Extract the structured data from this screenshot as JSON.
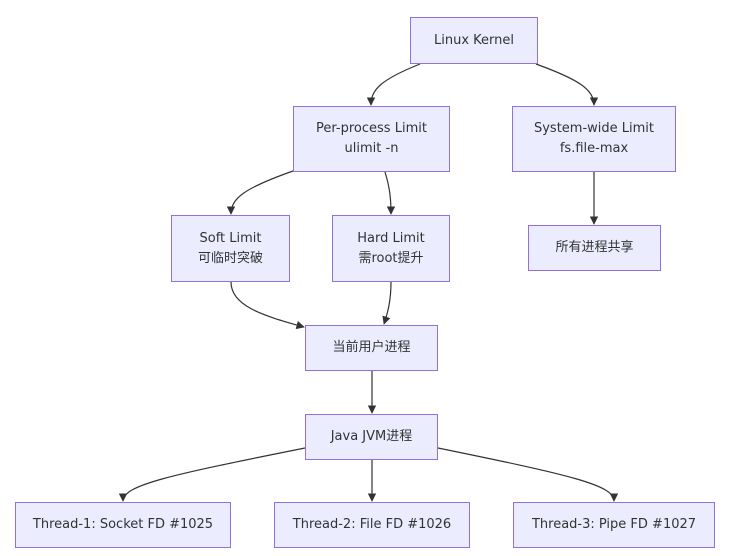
{
  "diagram": {
    "type": "flowchart",
    "colors": {
      "node_fill": "#ececff",
      "node_border": "#9370db",
      "edge": "#333333",
      "text": "#333333"
    },
    "nodes": {
      "kernel": {
        "lines": [
          "Linux Kernel"
        ]
      },
      "perproc": {
        "lines": [
          "Per-process Limit",
          "ulimit -n"
        ]
      },
      "system": {
        "lines": [
          "System-wide Limit",
          "fs.file-max"
        ]
      },
      "soft": {
        "lines": [
          "Soft Limit",
          "可临时突破"
        ]
      },
      "hard": {
        "lines": [
          "Hard Limit",
          "需root提升"
        ]
      },
      "shared": {
        "lines": [
          "所有进程共享"
        ]
      },
      "user": {
        "lines": [
          "当前用户进程"
        ]
      },
      "jvm": {
        "lines": [
          "Java JVM进程"
        ]
      },
      "t1": {
        "lines": [
          "Thread-1: Socket FD #1025"
        ]
      },
      "t2": {
        "lines": [
          "Thread-2: File FD #1026"
        ]
      },
      "t3": {
        "lines": [
          "Thread-3: Pipe FD #1027"
        ]
      }
    },
    "edges": [
      {
        "from": "kernel",
        "to": "perproc"
      },
      {
        "from": "kernel",
        "to": "system"
      },
      {
        "from": "perproc",
        "to": "soft"
      },
      {
        "from": "perproc",
        "to": "hard"
      },
      {
        "from": "system",
        "to": "shared"
      },
      {
        "from": "soft",
        "to": "user"
      },
      {
        "from": "hard",
        "to": "user"
      },
      {
        "from": "user",
        "to": "jvm"
      },
      {
        "from": "jvm",
        "to": "t1"
      },
      {
        "from": "jvm",
        "to": "t2"
      },
      {
        "from": "jvm",
        "to": "t3"
      }
    ]
  }
}
